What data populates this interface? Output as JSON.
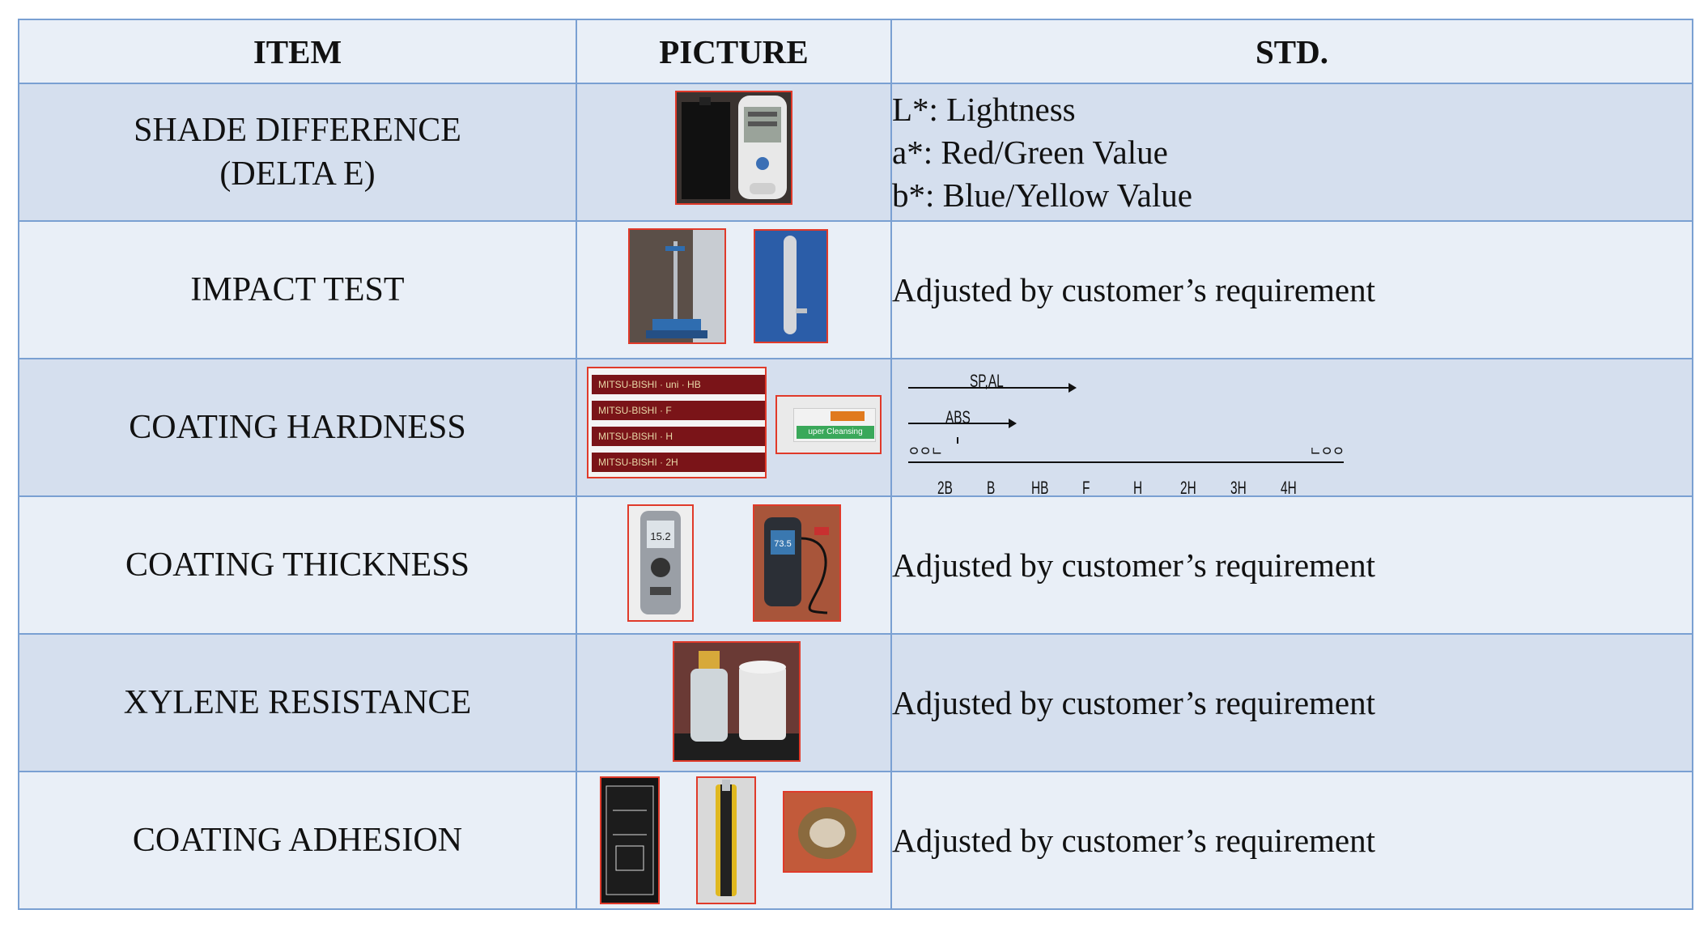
{
  "headers": {
    "item": "ITEM",
    "picture": "PICTURE",
    "std": "STD."
  },
  "rows": [
    {
      "item_line1": "SHADE DIFFERENCE",
      "item_line2": "(DELTA E)",
      "std_lines": [
        "L*: Lightness",
        "a*: Red/Green Value",
        "b*: Blue/Yellow Value"
      ]
    },
    {
      "item": "IMPACT TEST",
      "std": "Adjusted by customer’s requirement"
    },
    {
      "item": "COATING HARDNESS",
      "scale": {
        "label_spal": "SP,AL",
        "label_abs": "ABS",
        "label_left": "ᄋᄋᄂ",
        "label_right": "ᄂᄋᄋ",
        "ticks": [
          "2B",
          "B",
          "HB",
          "F",
          "H",
          "2H",
          "3H",
          "4H"
        ]
      },
      "pencil_labels": [
        "MITSU-BISHI",
        "uni",
        "HB",
        "F",
        "H",
        "2H"
      ],
      "eraser_label": "uper Cleansing"
    },
    {
      "item": "COATING THICKNESS",
      "std": "Adjusted by customer’s requirement",
      "gauge1_reading": "15.2",
      "gauge2_reading": "73.5"
    },
    {
      "item": "XYLENE RESISTANCE",
      "std": "Adjusted by customer’s requirement"
    },
    {
      "item": "COATING ADHESION",
      "std": "Adjusted by customer’s requirement"
    }
  ],
  "colors": {
    "border": "#7aa0d2",
    "row_dark": "#d5dfee",
    "row_light": "#e9eff7",
    "photo_frame": "#e03a2a"
  }
}
